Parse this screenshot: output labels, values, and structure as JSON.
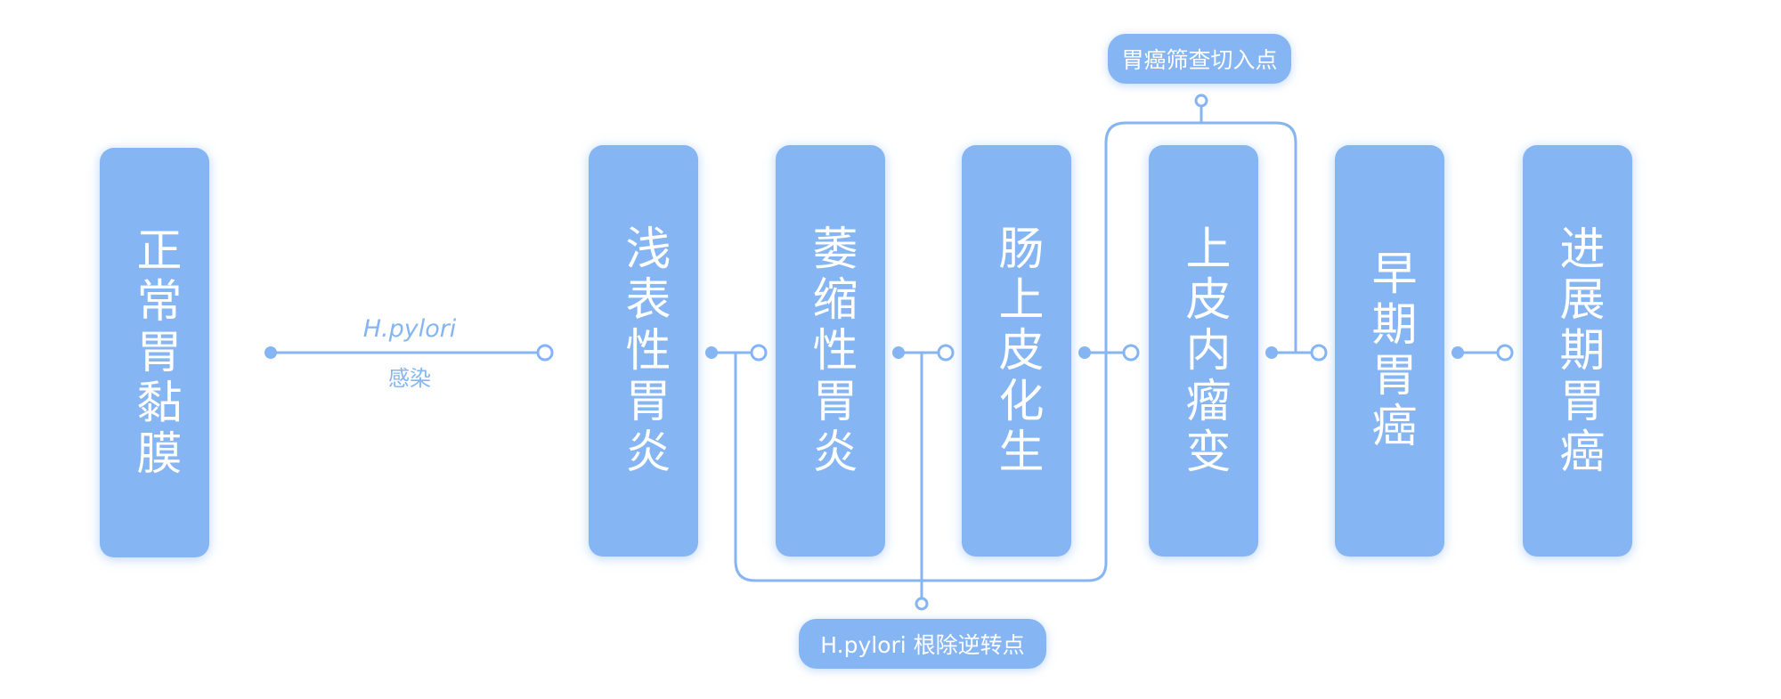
{
  "stages": [
    {
      "label": "正常胃黏膜"
    },
    {
      "label": "浅表性胃炎"
    },
    {
      "label": "萎缩性胃炎"
    },
    {
      "label": "肠上皮化生"
    },
    {
      "label": "上皮内瘤变"
    },
    {
      "label": "早期胃癌"
    },
    {
      "label": "进展期胃癌"
    }
  ],
  "infection": {
    "name": "H.pylori",
    "word": "感染"
  },
  "callouts": {
    "screening_point": "胃癌筛查切入点",
    "reversal_point": "H.pylori 根除逆转点"
  },
  "colors": {
    "accent": "#85b5f2",
    "text_on_accent": "#ffffff"
  }
}
